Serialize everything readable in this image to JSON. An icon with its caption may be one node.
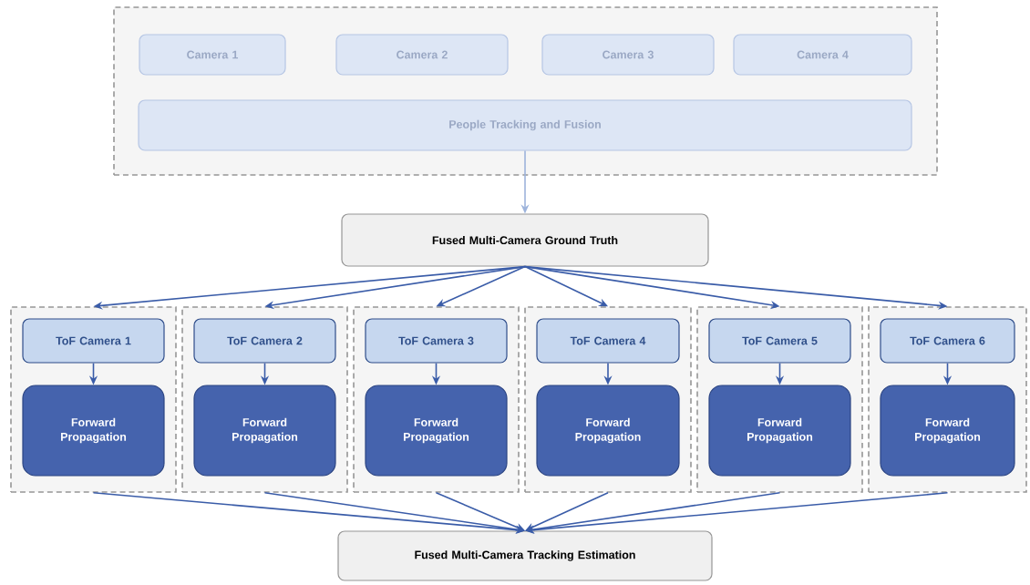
{
  "diagram": {
    "nodes": [
      {
        "text": [],
        "shape": "box"
      },
      {
        "text": [
          "Camera 1"
        ],
        "in": 0
      },
      {
        "text": [
          "Camera 2"
        ],
        "in": 0
      },
      {
        "text": [
          "Camera 3"
        ],
        "in": 0
      },
      {
        "text": [
          "Camera 4"
        ],
        "in": 0
      },
      {
        "text": [
          "People Tracking and Fusion"
        ],
        "in": 0
      },
      {
        "text": [
          "Fused Multi-Camera Ground Truth"
        ]
      },
      {
        "text": [],
        "shape": "box"
      },
      {
        "text": [
          "ToF Camera 1"
        ],
        "in": 7
      },
      {
        "text": [
          "Forward Propagation"
        ],
        "in": 7
      },
      {
        "text": [],
        "shape": "box"
      },
      {
        "text": [
          "ToF Camera 2"
        ],
        "in": 10
      },
      {
        "text": [
          "Forward Propagation"
        ],
        "in": 10
      },
      {
        "text": [],
        "shape": "box"
      },
      {
        "text": [
          "ToF Camera 3"
        ],
        "in": 13
      },
      {
        "text": [
          "Forward Propagation"
        ],
        "in": 13
      },
      {
        "text": [],
        "shape": "box"
      },
      {
        "text": [
          "ToF Camera 4"
        ],
        "in": 16
      },
      {
        "text": [
          "Forward Propagation"
        ],
        "in": 16
      },
      {
        "text": [],
        "shape": "box"
      },
      {
        "text": [
          "ToF Camera 5"
        ],
        "in": 19
      },
      {
        "text": [
          "Forward Propagation"
        ],
        "in": 19
      },
      {
        "text": [],
        "shape": "box"
      },
      {
        "text": [
          "ToF Camera 6"
        ],
        "in": 22
      },
      {
        "text": [
          "Forward Propagation"
        ],
        "in": 22
      },
      {
        "text": [
          "Fused Multi-Camera Tracking Estimation"
        ]
      }
    ],
    "edges": [
      {
        "from": 5,
        "to": 6,
        "arrow": "to",
        "color": "#9db3db"
      },
      {
        "from": 6,
        "to": 7,
        "arrow": "to"
      },
      {
        "from": 6,
        "to": 10,
        "arrow": "to"
      },
      {
        "from": 6,
        "to": 13,
        "arrow": "to"
      },
      {
        "from": 6,
        "to": 16,
        "arrow": "to"
      },
      {
        "from": 6,
        "to": 19,
        "arrow": "to"
      },
      {
        "from": 6,
        "to": 22,
        "arrow": "to"
      },
      {
        "from": 8,
        "to": 9,
        "arrow": "to"
      },
      {
        "from": 11,
        "to": 12,
        "arrow": "to"
      },
      {
        "from": 14,
        "to": 15,
        "arrow": "to"
      },
      {
        "from": 17,
        "to": 18,
        "arrow": "to"
      },
      {
        "from": 20,
        "to": 21,
        "arrow": "to"
      },
      {
        "from": 23,
        "to": 24,
        "arrow": "to"
      },
      {
        "from": 7,
        "to": 25,
        "arrow": "to"
      },
      {
        "from": 10,
        "to": 25,
        "arrow": "to"
      },
      {
        "from": 13,
        "to": 25,
        "arrow": "to"
      },
      {
        "from": 16,
        "to": 25,
        "arrow": "to"
      },
      {
        "from": 19,
        "to": 25,
        "arrow": "to"
      },
      {
        "from": 22,
        "to": 25,
        "arrow": "to"
      }
    ]
  }
}
